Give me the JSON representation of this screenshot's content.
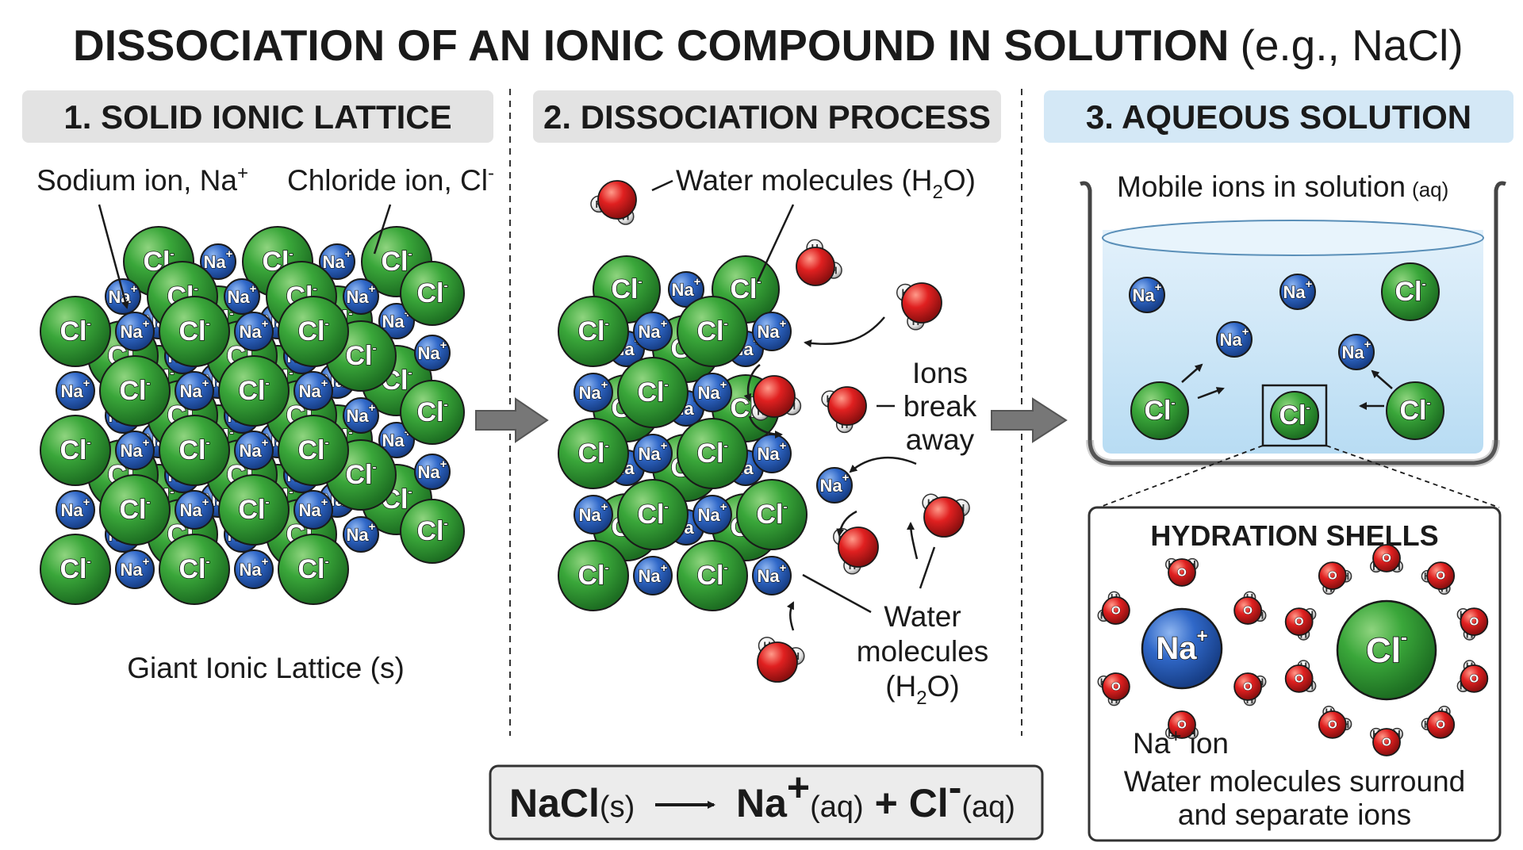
{
  "title": {
    "main": "DISSOCIATION OF AN IONIC COMPOUND IN SOLUTION",
    "example": "(e.g., NaCl)"
  },
  "panels": [
    {
      "title": "1. SOLID IONIC LATTICE"
    },
    {
      "title": "2. DISSOCIATION PROCESS"
    },
    {
      "title": "3. AQUEOUS SOLUTION"
    }
  ],
  "panel1": {
    "sodium_label": "Sodium ion, Na",
    "sodium_sup": "+",
    "chloride_label": "Chloride ion, Cl",
    "chloride_sup": "-",
    "caption": "Giant Ionic Lattice (s)"
  },
  "panel2": {
    "water_top_a": "Water molecules (H",
    "water_top_sub": "2",
    "water_top_b": "O)",
    "break_1": "Ions",
    "break_2": "break",
    "break_3": "away",
    "water_bot_1": "Water",
    "water_bot_2": "molecules",
    "water_bot_3a": "(H",
    "water_bot_3sub": "2",
    "water_bot_3b": "O)"
  },
  "panel3": {
    "mobile_label": "Mobile ions in solution",
    "mobile_aq": "(aq)",
    "hydration_title": "HYDRATION SHELLS",
    "na_ion_label": "Na",
    "na_ion_sup": "+",
    "na_ion_word": " ion",
    "surround_1": "Water molecules surround",
    "surround_2": "and separate ions"
  },
  "ions": {
    "cl": "Cl",
    "cl_sup": "-",
    "na": "Na",
    "na_sup": "+",
    "h": "H",
    "o": "O"
  },
  "equation": {
    "reactant": "NaCl",
    "reactant_state": "(s)",
    "product1": "Na",
    "product1_sup": "+",
    "product1_state": "(aq)",
    "plus": " + ",
    "product2": "Cl",
    "product2_sup": "-",
    "product2_state": "(aq)"
  },
  "colors": {
    "chloride": "#2e9a33",
    "sodium": "#2a62c2",
    "oxygen": "#d81e1e",
    "hydrogen": "#e6e6e6",
    "water_fill": "#cfe6f6",
    "header_grey": "#e3e3e3",
    "header_blue": "#d4e8f6"
  },
  "icons": [
    "process-arrow-icon",
    "reaction-arrow-icon"
  ]
}
